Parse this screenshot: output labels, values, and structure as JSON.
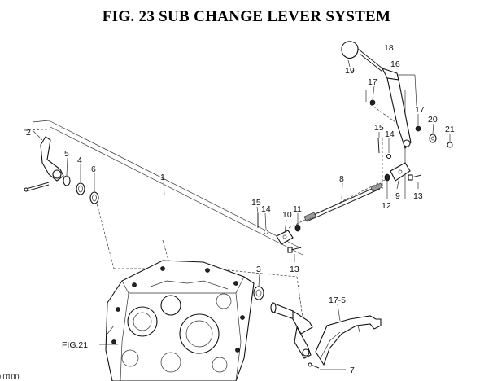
{
  "title": "FIG. 23  SUB CHANGE LEVER SYSTEM",
  "callouts": {
    "c1": "1",
    "c2": "2",
    "c3": "3",
    "c4": "4",
    "c5": "5",
    "c6": "6",
    "c7": "7",
    "c8": "8",
    "c9": "9",
    "c10": "10",
    "c11": "11",
    "c12": "12",
    "c13a": "13",
    "c13b": "13",
    "c14a": "14",
    "c14b": "14",
    "c15a": "15",
    "c15b": "15",
    "c16": "16",
    "c17a": "17",
    "c17b": "17",
    "c17_5": "17-5",
    "c18": "18",
    "c19": "19",
    "c20": "20",
    "c21": "21",
    "fig21": "FIG.21",
    "partial_code": "0 0100"
  }
}
